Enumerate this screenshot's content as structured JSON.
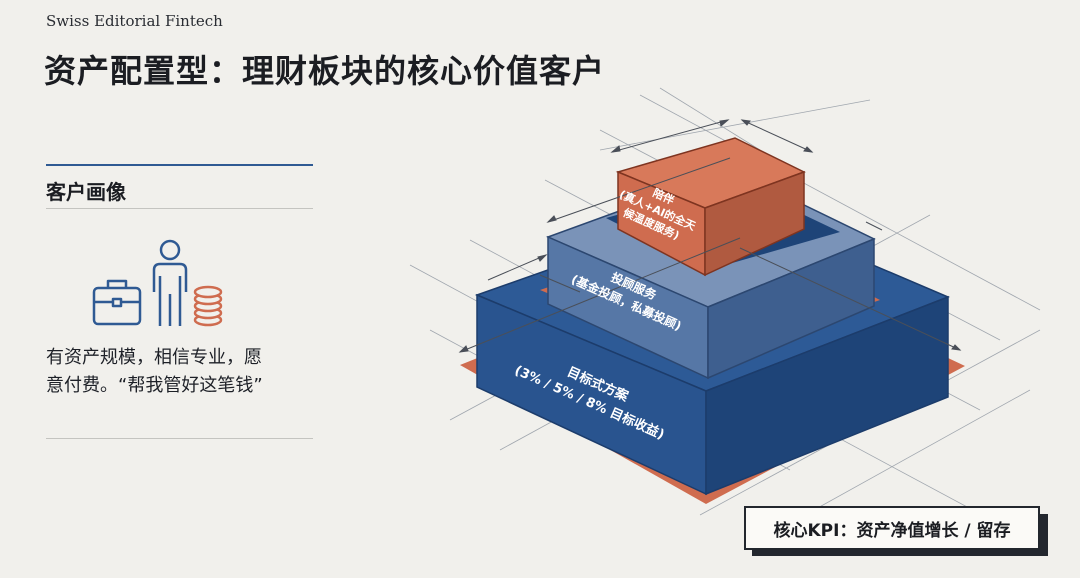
{
  "header": {
    "brand": "Swiss Editorial Fintech",
    "title": "资产配置型：理财板块的核心价值客户"
  },
  "profile": {
    "heading": "客户画像",
    "description_line1": "有资产规模，相信专业，愿",
    "description_line2": "意付费。“帮我管好这笔钱”",
    "icons": [
      "briefcase-icon",
      "person-icon",
      "coin-stack-icon"
    ]
  },
  "pyramid": {
    "top": {
      "line1": "陪伴",
      "line2": "(真人+AI的全天",
      "line3": "候温度服务)"
    },
    "middle": {
      "line1": "投顾服务",
      "line2": "(基金投顾，私募投顾)"
    },
    "bottom": {
      "line1": "目标式方案",
      "line2": "(3% / 5% / 8% 目标收益)"
    }
  },
  "kpi": {
    "label": "核心KPI：资产净值增长 / 留存"
  },
  "colors": {
    "background": "#f1f0ec",
    "accent_orange": "#cf6c4f",
    "mid_blue": "#4b6d9e",
    "deep_blue": "#25508d",
    "outline_blue": "#2f5a93"
  }
}
